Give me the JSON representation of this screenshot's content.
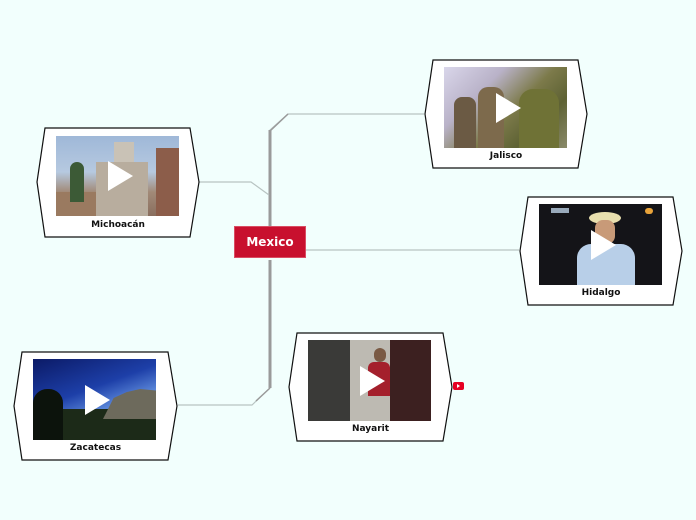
{
  "colors": {
    "background": "#f2fffd",
    "central_topic": "#c8102e",
    "trunk_line": "#9a9a9a",
    "branch_line": "#b8c4c2",
    "node_border": "#111111",
    "node_fill": "#ffffff",
    "youtube_badge": "#e60023"
  },
  "central_topic": {
    "label": "Mexico"
  },
  "topics": [
    {
      "id": "jalisco",
      "label": "Jalisco",
      "media": "video-thumbnail",
      "icon": "play-icon"
    },
    {
      "id": "michoacan",
      "label": "Michoacán",
      "media": "video-thumbnail",
      "icon": "play-icon"
    },
    {
      "id": "hidalgo",
      "label": "Hidalgo",
      "media": "video-thumbnail",
      "icon": "play-icon"
    },
    {
      "id": "zacatecas",
      "label": "Zacatecas",
      "media": "video-thumbnail",
      "icon": "play-icon"
    },
    {
      "id": "nayarit",
      "label": "Nayarit",
      "media": "video-thumbnail",
      "icon": "play-icon",
      "badge": "youtube-icon"
    }
  ]
}
